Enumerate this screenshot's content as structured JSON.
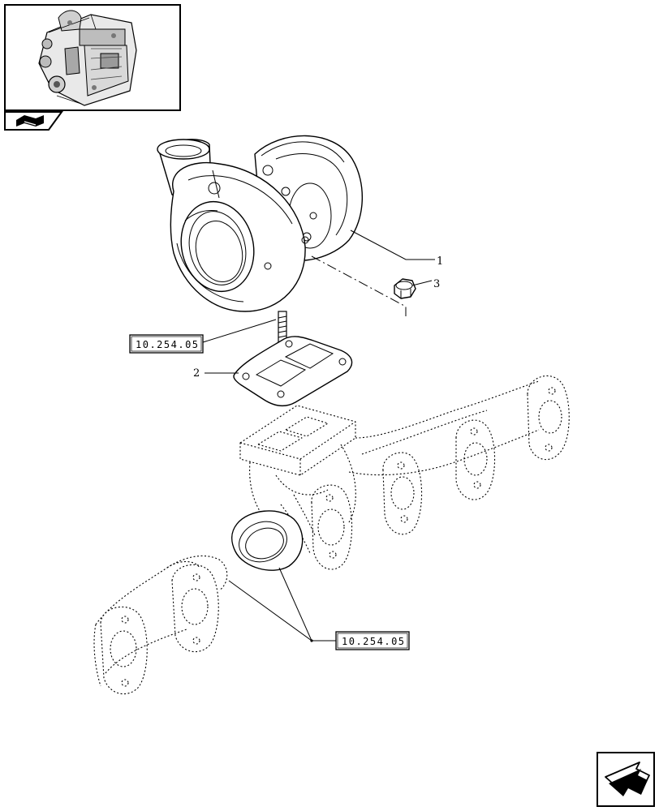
{
  "callouts": {
    "part_1": "1",
    "part_2": "2",
    "part_3": "3"
  },
  "references": {
    "ref_upper": "10.254.05",
    "ref_lower": "10.254.05"
  },
  "icons": {
    "thumbnail": "engine-thumbnail",
    "section_tab": "book-arrow-icon",
    "navigation": "next-page-arrow-icon"
  }
}
